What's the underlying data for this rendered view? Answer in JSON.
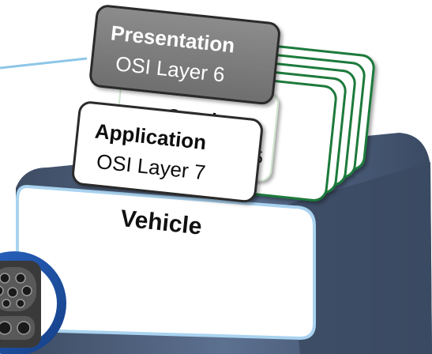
{
  "layers": {
    "presentation": {
      "title": "Presentation",
      "subtitle": "OSI Layer 6"
    },
    "session": {
      "title": "Session",
      "subtitle_partial": "5"
    },
    "application": {
      "title": "Application",
      "subtitle": "OSI Layer 7"
    }
  },
  "vehicle": {
    "label": "Vehicle"
  },
  "connector": {
    "icon": "ev-charging-connector-icon"
  },
  "colors": {
    "presentation_fill": "#808080",
    "layer_border": "#2a2a2a",
    "stack_green": "#1f7a3a",
    "connector_line": "#8ec6e8",
    "vehicle_border": "#a9d3f0",
    "vehicle_side": "#566a86",
    "connector_ring": "#1e4f9c"
  }
}
